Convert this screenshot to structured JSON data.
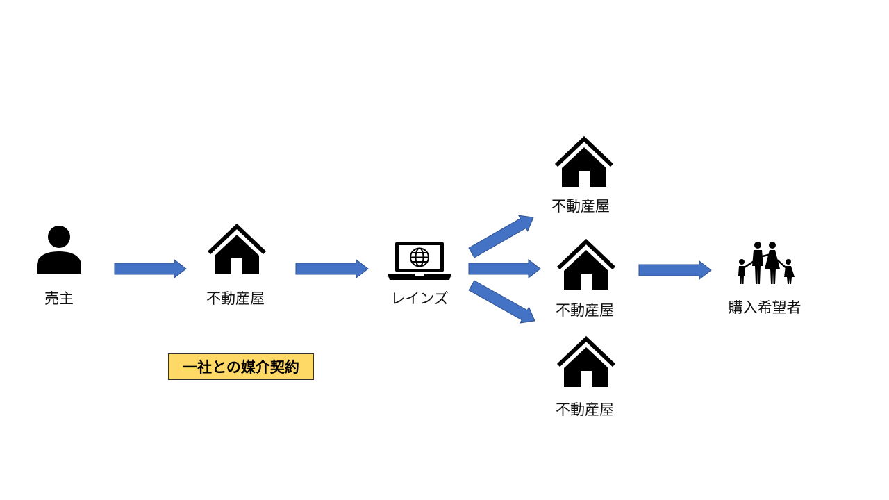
{
  "nodes": {
    "seller": {
      "label": "売主",
      "icon": "person-icon"
    },
    "agent_main": {
      "label": "不動産屋",
      "icon": "house-icon"
    },
    "reins": {
      "label": "レインズ",
      "icon": "laptop-globe-icon"
    },
    "agent_top": {
      "label": "不動産屋",
      "icon": "house-icon"
    },
    "agent_mid": {
      "label": "不動産屋",
      "icon": "house-icon"
    },
    "agent_bottom": {
      "label": "不動産屋",
      "icon": "house-icon"
    },
    "buyers": {
      "label": "購入希望者",
      "icon": "family-icon"
    }
  },
  "contract_note": "一社との媒介契約",
  "colors": {
    "arrow_fill": "#4472c4",
    "arrow_stroke": "#2f528f",
    "note_fill": "#ffd966",
    "icon": "#000000"
  }
}
